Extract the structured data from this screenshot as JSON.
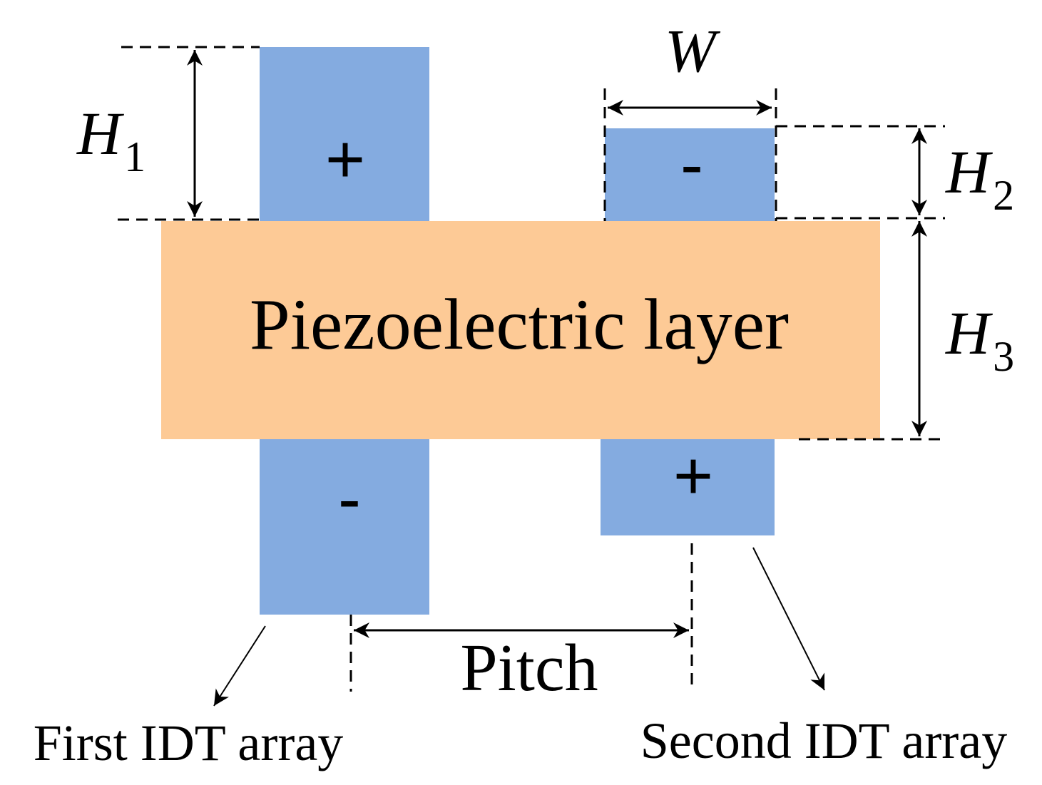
{
  "layer": {
    "label": "Piezoelectric layer"
  },
  "electrodes": {
    "first_top_sign": "+",
    "first_bottom_sign": "-",
    "second_top_sign": "-",
    "second_bottom_sign": "+"
  },
  "dimensions": {
    "h1": {
      "symbol": "H",
      "subscript": "1"
    },
    "h2": {
      "symbol": "H",
      "subscript": "2"
    },
    "h3": {
      "symbol": "H",
      "subscript": "3"
    },
    "w": {
      "symbol": "W"
    },
    "pitch": "Pitch"
  },
  "labels": {
    "first_idt": "First IDT array",
    "second_idt": "Second IDT array"
  },
  "colors": {
    "electrode": "#84ABE0",
    "layer": "#FDCA96",
    "line": "#000000"
  }
}
